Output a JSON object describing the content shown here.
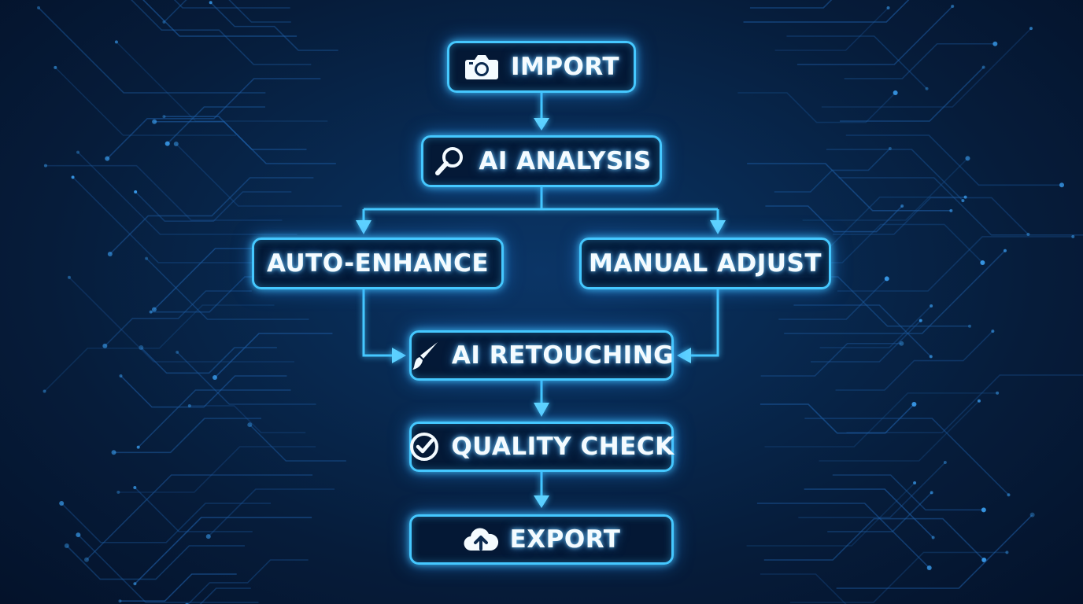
{
  "colors": {
    "background": "#061a33",
    "accent": "#45c8ff",
    "text": "#f4fbff"
  },
  "flowchart": {
    "nodes": {
      "import": {
        "label": "IMPORT",
        "icon": "camera-icon"
      },
      "ai_analysis": {
        "label": "AI ANALYSIS",
        "icon": "magnifier-icon"
      },
      "auto_enhance": {
        "label": "AUTO-ENHANCE",
        "icon": ""
      },
      "manual_adjust": {
        "label": "MANUAL ADJUST",
        "icon": ""
      },
      "ai_retouching": {
        "label": "AI RETOUCHING",
        "icon": "brush-icon"
      },
      "quality_check": {
        "label": "QUALITY CHECK",
        "icon": "check-circle-icon"
      },
      "export": {
        "label": "EXPORT",
        "icon": "cloud-upload-icon"
      }
    },
    "edges": [
      [
        "import",
        "ai_analysis"
      ],
      [
        "ai_analysis",
        "auto_enhance"
      ],
      [
        "ai_analysis",
        "manual_adjust"
      ],
      [
        "auto_enhance",
        "ai_retouching"
      ],
      [
        "manual_adjust",
        "ai_retouching"
      ],
      [
        "ai_retouching",
        "quality_check"
      ],
      [
        "quality_check",
        "export"
      ]
    ]
  }
}
